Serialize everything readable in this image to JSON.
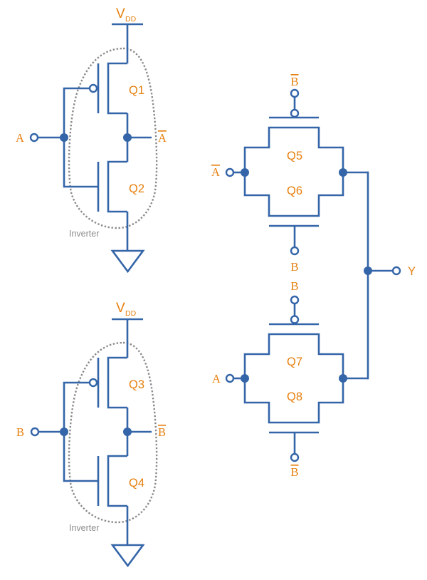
{
  "diagram": {
    "inverters": [
      {
        "name": "Inverter",
        "supply": {
          "symbol": "V",
          "subscript": "DD"
        },
        "input": {
          "text": "A",
          "inverted": false
        },
        "output": {
          "text": "A",
          "inverted": true
        },
        "pmos": "Q1",
        "nmos": "Q2"
      },
      {
        "name": "Inverter",
        "supply": {
          "symbol": "V",
          "subscript": "DD"
        },
        "input": {
          "text": "B",
          "inverted": false
        },
        "output": {
          "text": "B",
          "inverted": true
        },
        "pmos": "Q3",
        "nmos": "Q4"
      }
    ],
    "transmission_gates": [
      {
        "upper": "Q5",
        "lower": "Q6",
        "input": {
          "text": "A",
          "inverted": true
        },
        "top_gate": {
          "text": "B",
          "inverted": true
        },
        "bottom_gate": {
          "text": "B",
          "inverted": false
        }
      },
      {
        "upper": "Q7",
        "lower": "Q8",
        "input": {
          "text": "A",
          "inverted": false
        },
        "top_gate": {
          "text": "B",
          "inverted": false
        },
        "bottom_gate": {
          "text": "B",
          "inverted": true
        }
      }
    ],
    "output": {
      "text": "Y",
      "inverted": false
    }
  },
  "colors": {
    "wire": "#3465A8",
    "label": "#E6800F",
    "annotation": "#8C8C8C",
    "outline": "#8A8A8A"
  }
}
